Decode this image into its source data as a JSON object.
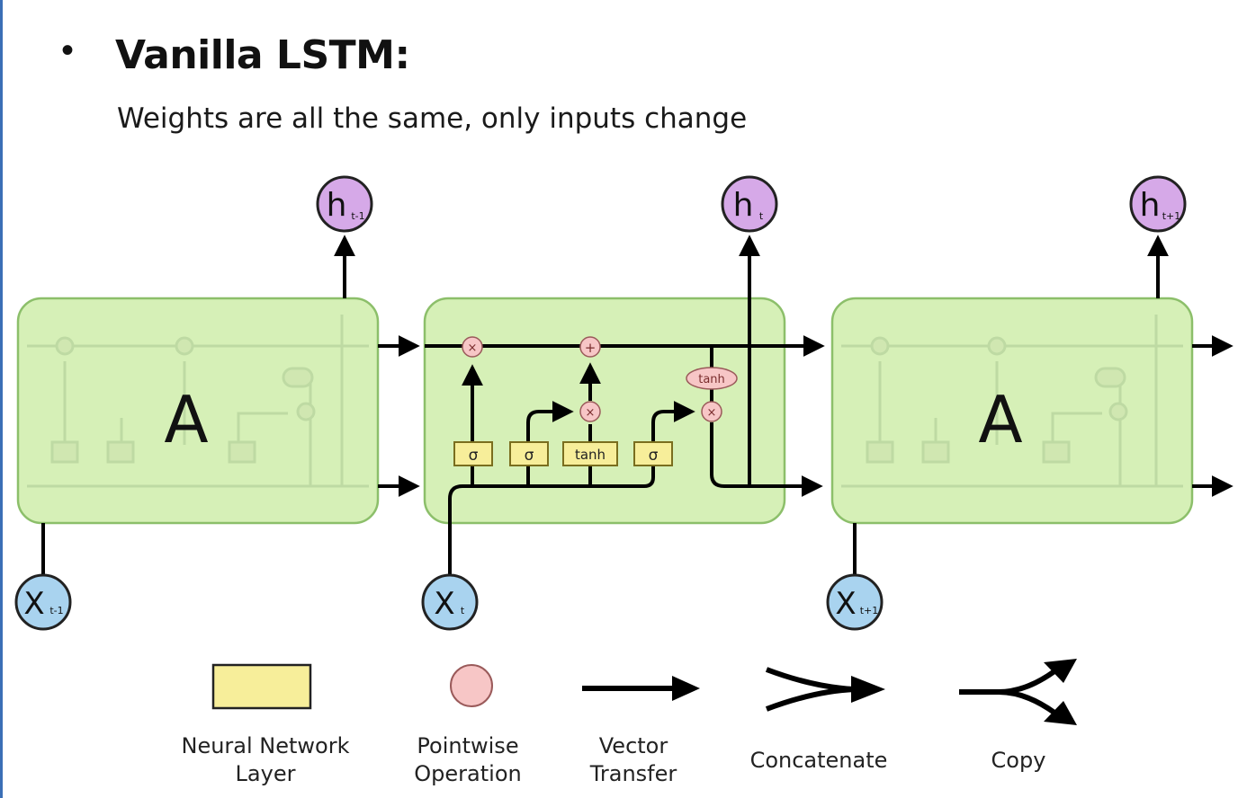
{
  "slide": {
    "bullet": "•",
    "title": "Vanilla LSTM:",
    "subtitle": "Weights are all the same, only inputs change"
  },
  "diagram": {
    "cell_label_left": "A",
    "cell_label_right": "A",
    "outputs": [
      {
        "base": "h",
        "sub": "t-1"
      },
      {
        "base": "h",
        "sub": "t"
      },
      {
        "base": "h",
        "sub": "t+1"
      }
    ],
    "inputs": [
      {
        "base": "X",
        "sub": "t-1"
      },
      {
        "base": "X",
        "sub": "t"
      },
      {
        "base": "X",
        "sub": "t+1"
      }
    ],
    "gates": [
      "σ",
      "σ",
      "tanh",
      "σ"
    ],
    "pointwise_ops": [
      "×",
      "+",
      "×",
      "×"
    ],
    "pointwise_tanh": "tanh",
    "colors": {
      "cell_fill": "#d6f0b7",
      "cell_stroke": "#8cbf6a",
      "output_node": "#d6a9e8",
      "input_node": "#a9d3ef",
      "gate_fill": "#f7ee9a",
      "pointwise_fill": "#f7c6c6"
    }
  },
  "legend": {
    "neural_network_layer": [
      "Neural Network",
      "Layer"
    ],
    "pointwise_operation": [
      "Pointwise",
      "Operation"
    ],
    "vector_transfer": [
      "Vector",
      "Transfer"
    ],
    "concatenate": "Concatenate",
    "copy": "Copy"
  }
}
